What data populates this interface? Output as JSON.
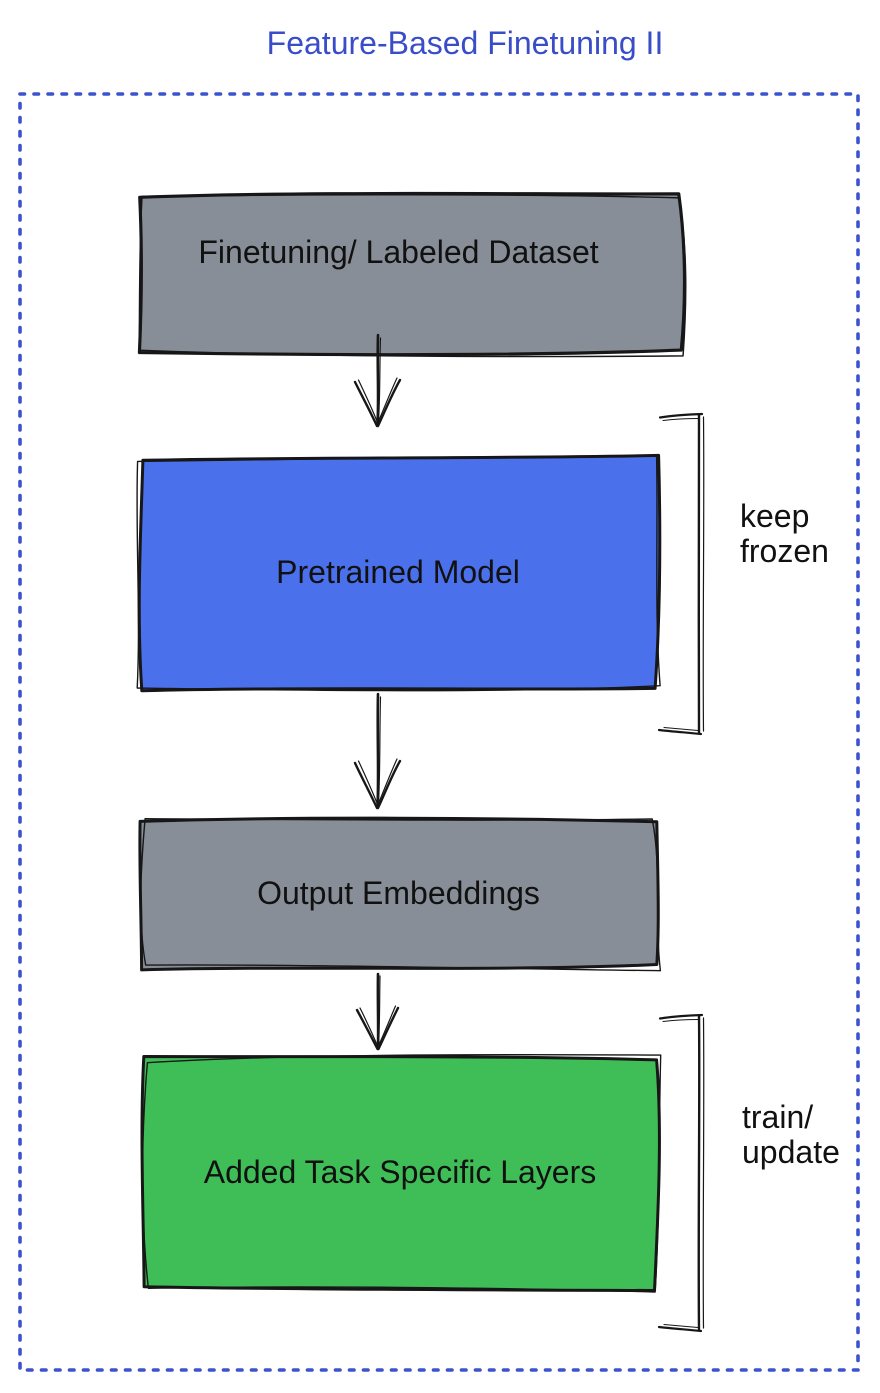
{
  "title": "Feature-Based Finetuning II",
  "nodes": [
    {
      "label": "Finetuning/ Labeled Dataset",
      "fill": "#888E97"
    },
    {
      "label": "Pretrained Model",
      "fill": "#4B70EC"
    },
    {
      "label": "Output Embeddings",
      "fill": "#888E97"
    },
    {
      "label": "Added Task Specific Layers",
      "fill": "#3FBE58"
    }
  ],
  "annotations": [
    {
      "line1": "keep",
      "line2": "frozen"
    },
    {
      "line1": "train/",
      "line2": "update"
    }
  ],
  "colors": {
    "title": "#3A4DC8",
    "frame": "#3C53CC",
    "ink": "#171717",
    "label_text": "#111111"
  }
}
